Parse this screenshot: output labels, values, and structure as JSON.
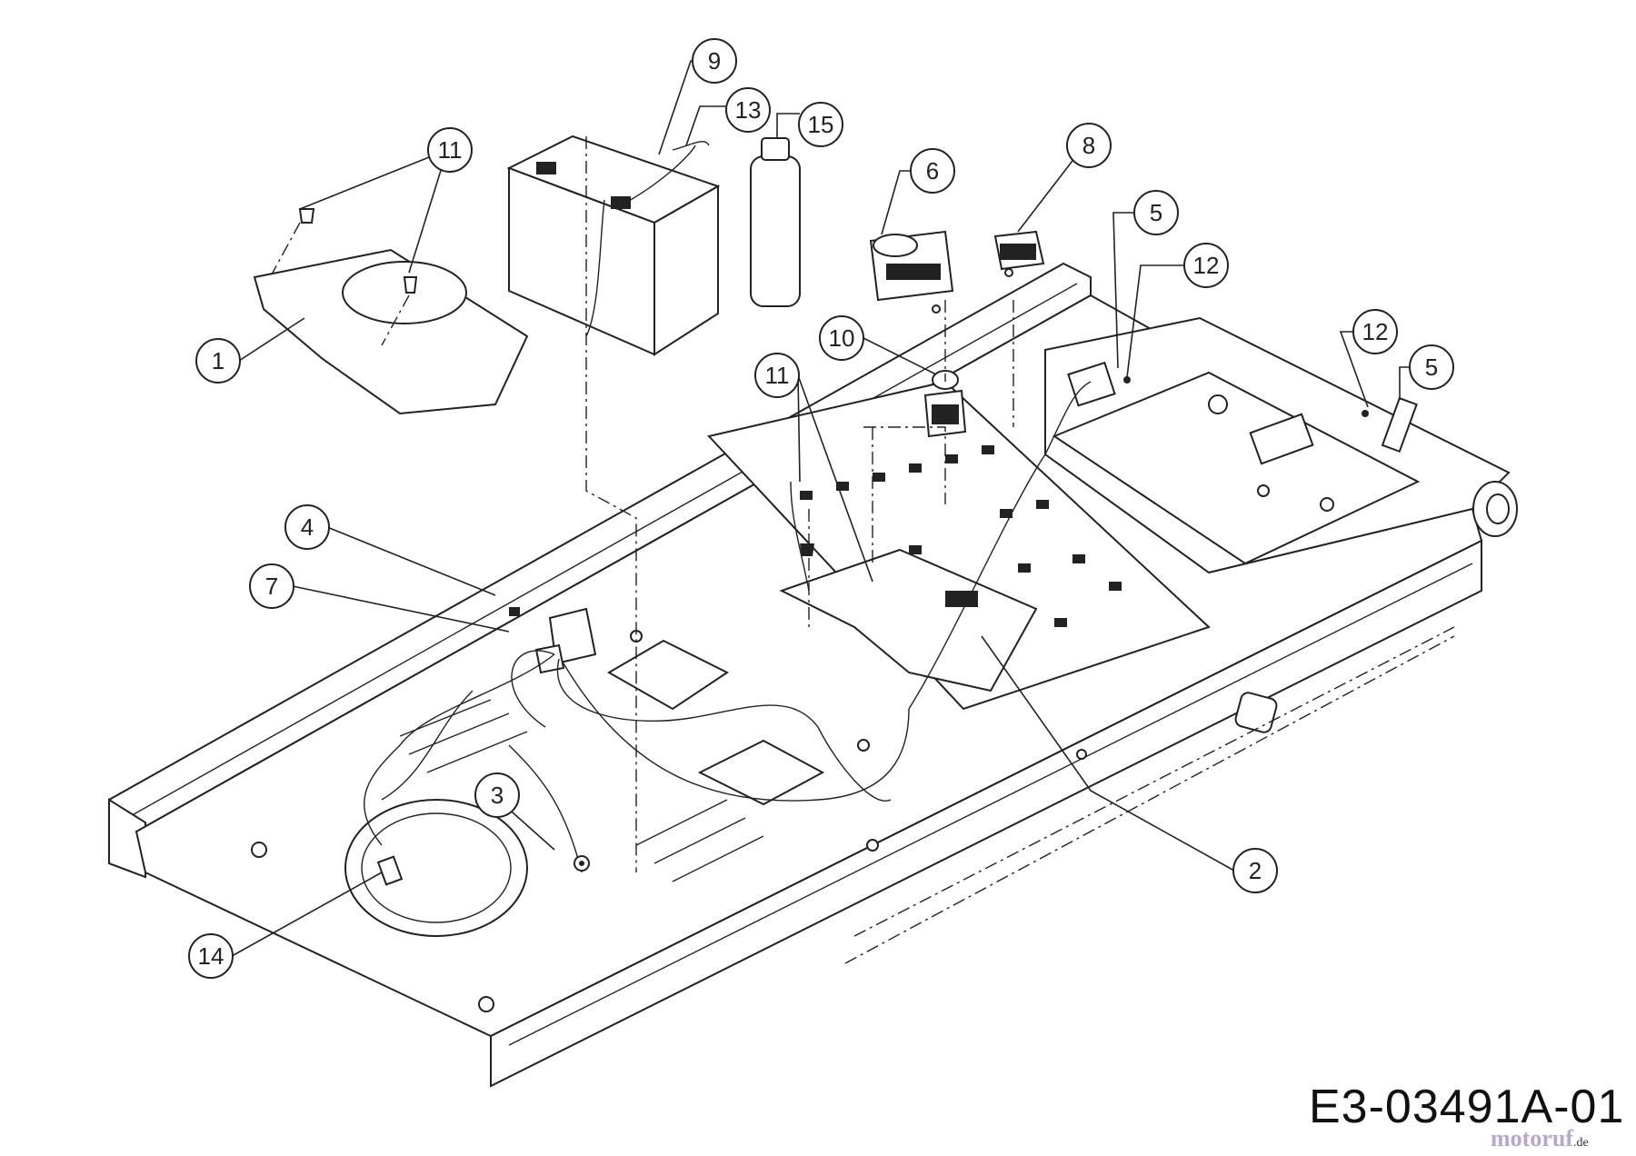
{
  "drawing": {
    "code": "E3-03491A-01",
    "watermark": "motoruf",
    "watermark_tld": ".de"
  },
  "callouts": [
    {
      "id": "c1",
      "label": "1"
    },
    {
      "id": "c2",
      "label": "2"
    },
    {
      "id": "c3",
      "label": "3"
    },
    {
      "id": "c4",
      "label": "4"
    },
    {
      "id": "c5a",
      "label": "5"
    },
    {
      "id": "c5b",
      "label": "5"
    },
    {
      "id": "c6",
      "label": "6"
    },
    {
      "id": "c7",
      "label": "7"
    },
    {
      "id": "c8",
      "label": "8"
    },
    {
      "id": "c9",
      "label": "9"
    },
    {
      "id": "c10",
      "label": "10"
    },
    {
      "id": "c11a",
      "label": "11"
    },
    {
      "id": "c11b",
      "label": "11"
    },
    {
      "id": "c12a",
      "label": "12"
    },
    {
      "id": "c12b",
      "label": "12"
    },
    {
      "id": "c13",
      "label": "13"
    },
    {
      "id": "c14",
      "label": "14"
    },
    {
      "id": "c15",
      "label": "15"
    }
  ]
}
